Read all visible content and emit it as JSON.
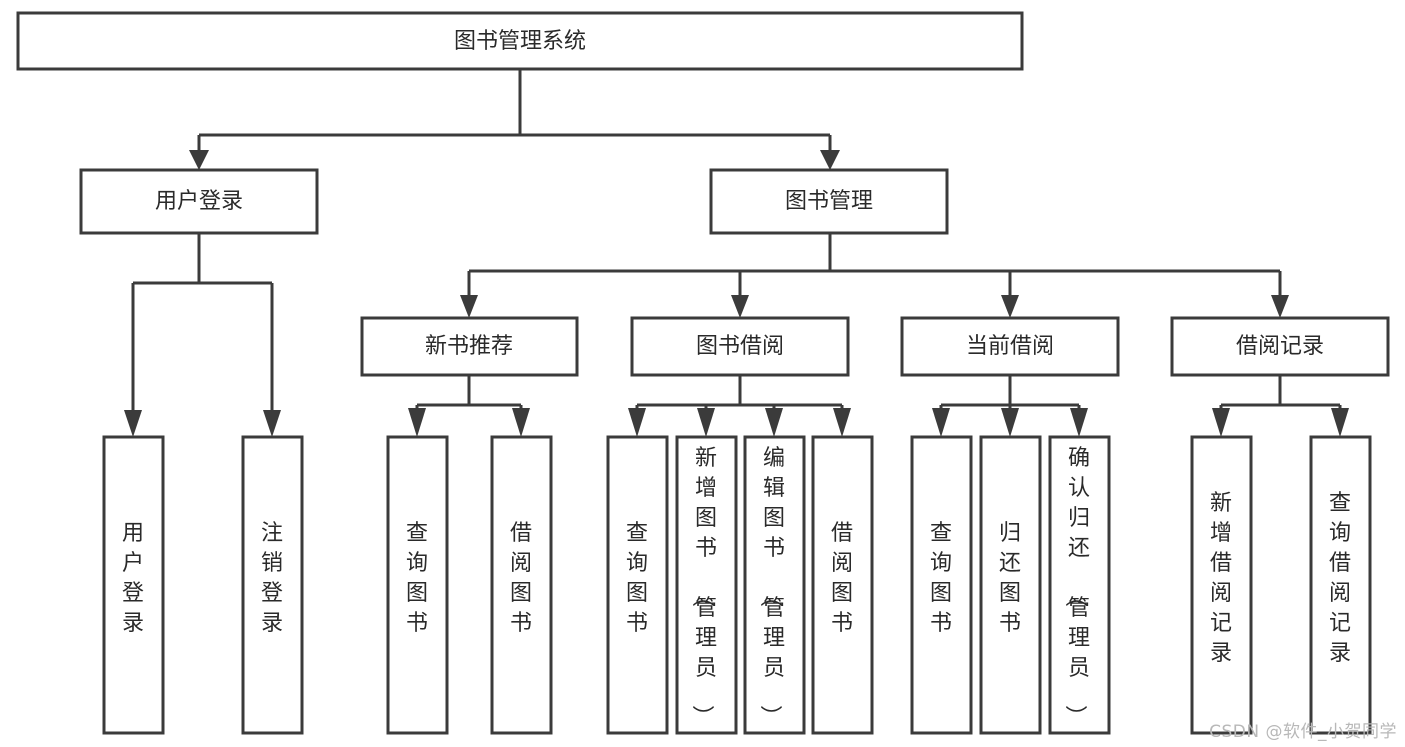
{
  "diagram": {
    "type": "tree-hierarchy",
    "title": "图书管理系统",
    "root": {
      "id": "root",
      "label": "图书管理系统",
      "orientation": "horizontal"
    },
    "level2": [
      {
        "id": "user-login",
        "label": "用户登录",
        "orientation": "horizontal"
      },
      {
        "id": "book-management",
        "label": "图书管理",
        "orientation": "horizontal"
      }
    ],
    "level3": [
      {
        "id": "new-book-recommend",
        "label": "新书推荐",
        "orientation": "horizontal",
        "parent": "book-management"
      },
      {
        "id": "book-borrow",
        "label": "图书借阅",
        "orientation": "horizontal",
        "parent": "book-management"
      },
      {
        "id": "current-borrow",
        "label": "当前借阅",
        "orientation": "horizontal",
        "parent": "book-management"
      },
      {
        "id": "borrow-record",
        "label": "借阅记录",
        "orientation": "horizontal",
        "parent": "book-management"
      }
    ],
    "leaves": [
      {
        "id": "leaf-user-login",
        "label": "用户登录",
        "parent": "user-login",
        "orientation": "vertical"
      },
      {
        "id": "leaf-logout-login",
        "label": "注销登录",
        "parent": "user-login",
        "orientation": "vertical"
      },
      {
        "id": "leaf-query-book-1",
        "label": "查询图书",
        "parent": "new-book-recommend",
        "orientation": "vertical"
      },
      {
        "id": "leaf-borrow-book-1",
        "label": "借阅图书",
        "parent": "new-book-recommend",
        "orientation": "vertical"
      },
      {
        "id": "leaf-query-book-2",
        "label": "查询图书",
        "parent": "book-borrow",
        "orientation": "vertical"
      },
      {
        "id": "leaf-add-book",
        "label": "新增图书（管理员）",
        "parent": "book-borrow",
        "orientation": "vertical"
      },
      {
        "id": "leaf-edit-book",
        "label": "编辑图书（管理员）",
        "parent": "book-borrow",
        "orientation": "vertical"
      },
      {
        "id": "leaf-borrow-book-2",
        "label": "借阅图书",
        "parent": "book-borrow",
        "orientation": "vertical"
      },
      {
        "id": "leaf-query-book-3",
        "label": "查询图书",
        "parent": "current-borrow",
        "orientation": "vertical"
      },
      {
        "id": "leaf-return-book",
        "label": "归还图书",
        "parent": "current-borrow",
        "orientation": "vertical"
      },
      {
        "id": "leaf-confirm-return",
        "label": "确认归还（管理员）",
        "parent": "current-borrow",
        "orientation": "vertical"
      },
      {
        "id": "leaf-add-record",
        "label": "新增借阅记录",
        "parent": "borrow-record",
        "orientation": "vertical"
      },
      {
        "id": "leaf-query-record",
        "label": "查询借阅记录",
        "parent": "borrow-record",
        "orientation": "vertical"
      }
    ],
    "colors": {
      "box_stroke": "#3b3b3b",
      "box_fill": "#ffffff",
      "text": "#2a2a2a",
      "connector": "#3b3b3b",
      "watermark": "#b8b8b8",
      "background": "#ffffff"
    }
  },
  "watermark": {
    "text": "CSDN @软件_小贺同学"
  }
}
